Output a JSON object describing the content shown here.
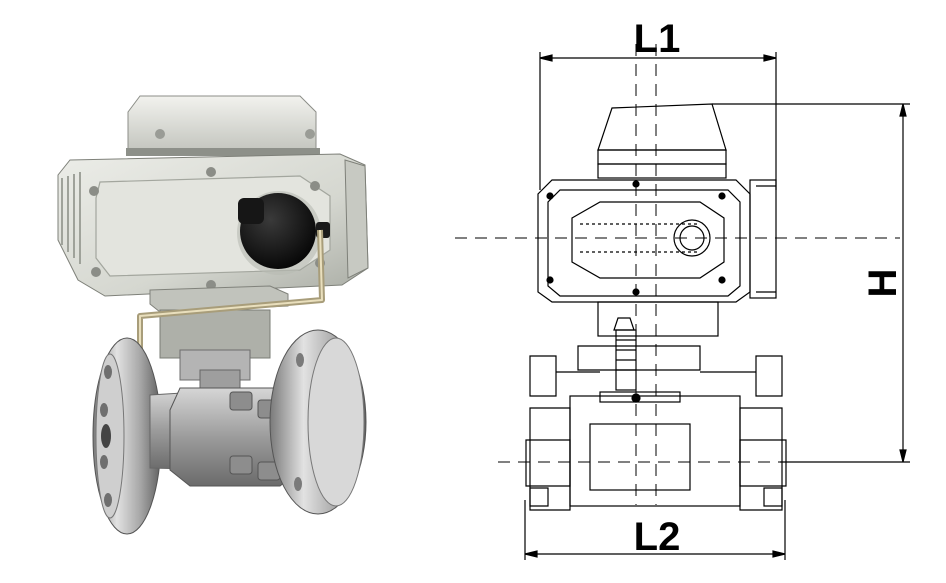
{
  "dimensions": {
    "l1": "L1",
    "l2": "L2",
    "h": "H"
  },
  "colors": {
    "actuator_body": "#d9dbd5",
    "actuator_shadow": "#a9aca5",
    "knob": "#101010",
    "steel": "#b7b7b7",
    "steel_dark": "#7d7d7d",
    "line": "#000000"
  }
}
